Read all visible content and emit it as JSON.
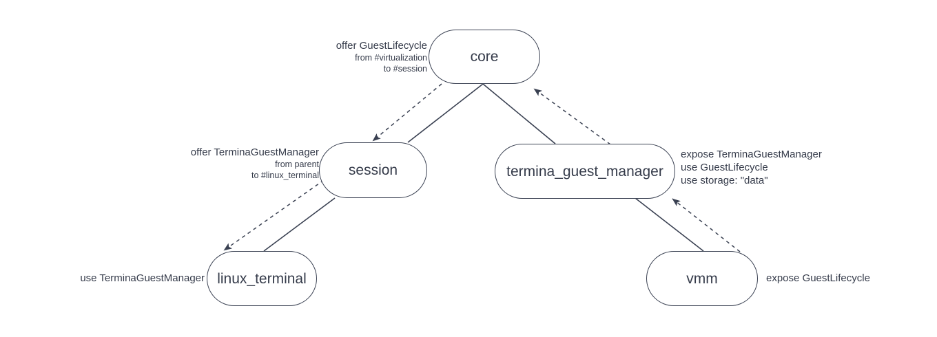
{
  "diagram": {
    "type": "component-topology-tree",
    "background_color": "#ffffff",
    "node_border_color": "#3a4152",
    "text_color": "#353b4a",
    "nodes": [
      {
        "id": "core",
        "label": "core"
      },
      {
        "id": "session",
        "label": "session"
      },
      {
        "id": "termina_guest_manager",
        "label": "termina_guest_manager"
      },
      {
        "id": "linux_terminal",
        "label": "linux_terminal"
      },
      {
        "id": "vmm",
        "label": "vmm"
      }
    ],
    "annotations": {
      "core": {
        "main": "offer GuestLifecycle",
        "sub1": "from #virtualization",
        "sub2": "to #session"
      },
      "session": {
        "main": "offer TerminaGuestManager",
        "sub1": "from parent",
        "sub2": "to #linux_terminal"
      },
      "termina_guest_manager": {
        "line1": "expose TerminaGuestManager",
        "line2": "use GuestLifecycle",
        "line3": "use storage: \"data\""
      },
      "linux_terminal": {
        "line1": "use TerminaGuestManager"
      },
      "vmm": {
        "line1": "expose GuestLifecycle"
      }
    },
    "edges": [
      {
        "from": "core",
        "to": "session",
        "style": "solid",
        "arrow": false
      },
      {
        "from": "core",
        "to": "termina_guest_manager",
        "style": "solid",
        "arrow": false
      },
      {
        "from": "core",
        "to": "session",
        "style": "dashed",
        "arrow": true
      },
      {
        "from": "termina_guest_manager",
        "to": "core",
        "style": "dashed",
        "arrow": true
      },
      {
        "from": "session",
        "to": "linux_terminal",
        "style": "solid",
        "arrow": false
      },
      {
        "from": "session",
        "to": "linux_terminal",
        "style": "dashed",
        "arrow": true
      },
      {
        "from": "termina_guest_manager",
        "to": "vmm",
        "style": "solid",
        "arrow": false
      },
      {
        "from": "vmm",
        "to": "termina_guest_manager",
        "style": "dashed",
        "arrow": true
      }
    ]
  }
}
